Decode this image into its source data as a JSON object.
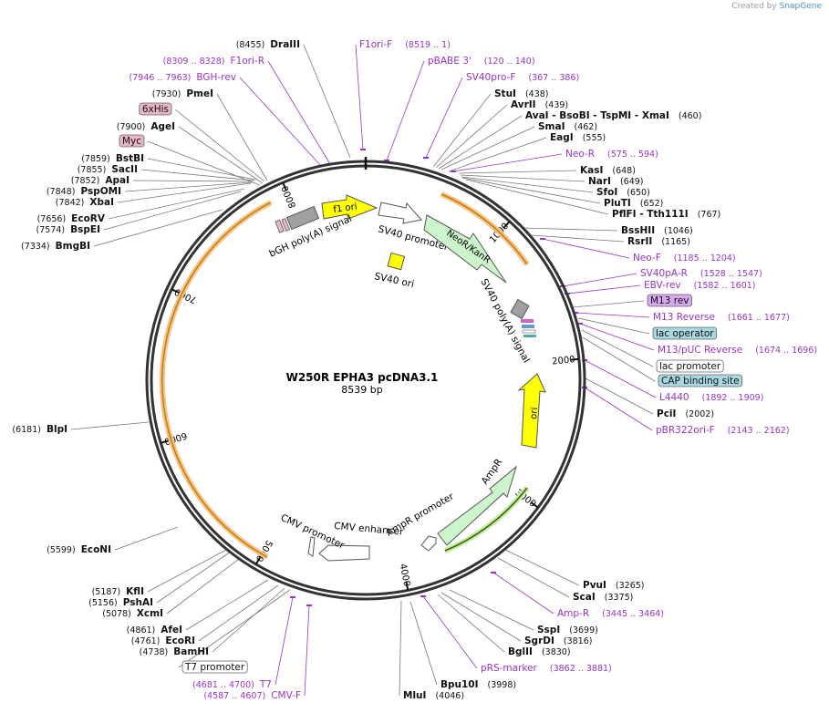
{
  "credit": {
    "prefix": "Created by",
    "brand": "SnapGene"
  },
  "plasmid": {
    "name": "W250R EPHA3 pcDNA3.1",
    "size_label": "8539 bp",
    "length": 8539
  },
  "ticks": [
    {
      "bp": 1000,
      "label": "1000"
    },
    {
      "bp": 2000,
      "label": "2000"
    },
    {
      "bp": 3000,
      "label": "3000"
    },
    {
      "bp": 4000,
      "label": "4000"
    },
    {
      "bp": 5000,
      "label": "5000"
    },
    {
      "bp": 6000,
      "label": "6000"
    },
    {
      "bp": 7000,
      "label": "7000"
    },
    {
      "bp": 8000,
      "label": "8000"
    }
  ],
  "colors": {
    "enzyme": "#111111",
    "primer": "#9933cc",
    "arrow_green": "#ccf5cc",
    "arrow_yellow": "#ffff00",
    "orange_arc": "#cc7a00",
    "green_arc": "#336600",
    "pink_box": "#e8b4c8",
    "teal_box": "#a8d8e0",
    "purple_box": "#d8a8f0"
  },
  "features": [
    {
      "name": "f1 ori",
      "type": "arrow",
      "color": "#ffff00"
    },
    {
      "name": "SV40 promoter",
      "type": "arrow",
      "color": "#ffffff"
    },
    {
      "name": "NeoR/KanR",
      "type": "arrow",
      "color": "#ccf5cc"
    },
    {
      "name": "SV40 ori",
      "type": "box",
      "color": "#ffff00"
    },
    {
      "name": "SV40 poly(A) signal",
      "type": "box",
      "color": "#a0a0a0"
    },
    {
      "name": "ori",
      "type": "arrow",
      "color": "#ffff00"
    },
    {
      "name": "AmpR",
      "type": "arrow",
      "color": "#ccf5cc"
    },
    {
      "name": "AmpR promoter",
      "type": "arrow",
      "color": "#ffffff"
    },
    {
      "name": "CMV enhancer",
      "type": "arrow",
      "color": "#ffffff"
    },
    {
      "name": "CMV promoter",
      "type": "arrow",
      "color": "#ffffff"
    },
    {
      "name": "bGH poly(A) signal",
      "type": "box",
      "color": "#a0a0a0"
    }
  ],
  "labels": [
    {
      "id": "DraIII",
      "pos": "(8455)",
      "name": "DraIII",
      "kind": "enzyme"
    },
    {
      "id": "F1oriF",
      "pos": "(8519 .. 1)",
      "name": "F1ori-F",
      "kind": "primer"
    },
    {
      "id": "pBABE3",
      "pos": "(120 .. 140)",
      "name": "pBABE 3'",
      "kind": "primer"
    },
    {
      "id": "F1oriR",
      "pos": "(8309 .. 8328)",
      "name": "F1ori-R",
      "kind": "primer"
    },
    {
      "id": "BGHrev",
      "pos": "(7946 .. 7963)",
      "name": "BGH-rev",
      "kind": "primer"
    },
    {
      "id": "SV40proF",
      "pos": "(367 .. 386)",
      "name": "SV40pro-F",
      "kind": "primer"
    },
    {
      "id": "PmeI",
      "pos": "(7930)",
      "name": "PmeI",
      "kind": "enzyme"
    },
    {
      "id": "StuI",
      "pos": "(438)",
      "name": "StuI",
      "kind": "enzyme"
    },
    {
      "id": "6xHis",
      "pos": "",
      "name": "6xHis",
      "kind": "pink"
    },
    {
      "id": "AvrII",
      "pos": "(439)",
      "name": "AvrII",
      "kind": "enzyme"
    },
    {
      "id": "AvaI",
      "pos": "(460)",
      "name": "AvaI  - BsoBI  - TspMI  - XmaI",
      "kind": "enzyme"
    },
    {
      "id": "AgeI",
      "pos": "(7900)",
      "name": "AgeI",
      "kind": "enzyme"
    },
    {
      "id": "SmaI",
      "pos": "(462)",
      "name": "SmaI",
      "kind": "enzyme"
    },
    {
      "id": "EagI",
      "pos": "(555)",
      "name": "EagI",
      "kind": "enzyme"
    },
    {
      "id": "Myc",
      "pos": "",
      "name": "Myc",
      "kind": "pink"
    },
    {
      "id": "NeoR",
      "pos": "(575 .. 594)",
      "name": "Neo-R",
      "kind": "primer"
    },
    {
      "id": "BstBI",
      "pos": "(7859)",
      "name": "BstBI",
      "kind": "enzyme"
    },
    {
      "id": "SacII",
      "pos": "(7855)",
      "name": "SacII",
      "kind": "enzyme"
    },
    {
      "id": "KasI",
      "pos": "(648)",
      "name": "KasI",
      "kind": "enzyme"
    },
    {
      "id": "ApaI",
      "pos": "(7852)",
      "name": "ApaI",
      "kind": "enzyme"
    },
    {
      "id": "NarI",
      "pos": "(649)",
      "name": "NarI",
      "kind": "enzyme"
    },
    {
      "id": "PspOMI",
      "pos": "(7848)",
      "name": "PspOMI",
      "kind": "enzyme"
    },
    {
      "id": "SfoI",
      "pos": "(650)",
      "name": "SfoI",
      "kind": "enzyme"
    },
    {
      "id": "XbaI",
      "pos": "(7842)",
      "name": "XbaI",
      "kind": "enzyme"
    },
    {
      "id": "PluTI",
      "pos": "(652)",
      "name": "PluTI",
      "kind": "enzyme"
    },
    {
      "id": "PflFI",
      "pos": "(767)",
      "name": "PflFI  - Tth111I",
      "kind": "enzyme"
    },
    {
      "id": "EcoRV",
      "pos": "(7656)",
      "name": "EcoRV",
      "kind": "enzyme"
    },
    {
      "id": "BspEI",
      "pos": "(7574)",
      "name": "BspEI",
      "kind": "enzyme"
    },
    {
      "id": "BssHII",
      "pos": "(1046)",
      "name": "BssHII",
      "kind": "enzyme"
    },
    {
      "id": "RsrII",
      "pos": "(1165)",
      "name": "RsrII",
      "kind": "enzyme"
    },
    {
      "id": "BmgBI",
      "pos": "(7334)",
      "name": "BmgBI",
      "kind": "enzyme"
    },
    {
      "id": "NeoF",
      "pos": "(1185 .. 1204)",
      "name": "Neo-F",
      "kind": "primer"
    },
    {
      "id": "SV40pAR",
      "pos": "(1528 .. 1547)",
      "name": "SV40pA-R",
      "kind": "primer"
    },
    {
      "id": "EBVrev",
      "pos": "(1582 .. 1601)",
      "name": "EBV-rev",
      "kind": "primer"
    },
    {
      "id": "M13rev",
      "pos": "",
      "name": "M13 rev",
      "kind": "purple"
    },
    {
      "id": "M13Reverse",
      "pos": "(1661 .. 1677)",
      "name": "M13 Reverse",
      "kind": "primer"
    },
    {
      "id": "lacop",
      "pos": "",
      "name": "lac operator",
      "kind": "teal"
    },
    {
      "id": "M13pUC",
      "pos": "(1674 .. 1696)",
      "name": "M13/pUC Reverse",
      "kind": "primer"
    },
    {
      "id": "lacprom",
      "pos": "",
      "name": "lac promoter",
      "kind": "white"
    },
    {
      "id": "CAP",
      "pos": "",
      "name": "CAP binding site",
      "kind": "teal"
    },
    {
      "id": "L4440",
      "pos": "(1892 .. 1909)",
      "name": "L4440",
      "kind": "primer"
    },
    {
      "id": "PciI",
      "pos": "(2002)",
      "name": "PciI",
      "kind": "enzyme"
    },
    {
      "id": "pBR322",
      "pos": "(2143 .. 2162)",
      "name": "pBR322ori-F",
      "kind": "primer"
    },
    {
      "id": "BlpI",
      "pos": "(6181)",
      "name": "BlpI",
      "kind": "enzyme"
    },
    {
      "id": "EcoNI",
      "pos": "(5599)",
      "name": "EcoNI",
      "kind": "enzyme"
    },
    {
      "id": "KflI",
      "pos": "(5187)",
      "name": "KflI",
      "kind": "enzyme"
    },
    {
      "id": "PshAI",
      "pos": "(5156)",
      "name": "PshAI",
      "kind": "enzyme"
    },
    {
      "id": "XcmI",
      "pos": "(5078)",
      "name": "XcmI",
      "kind": "enzyme"
    },
    {
      "id": "AfeI",
      "pos": "(4861)",
      "name": "AfeI",
      "kind": "enzyme"
    },
    {
      "id": "EcoRI",
      "pos": "(4761)",
      "name": "EcoRI",
      "kind": "enzyme"
    },
    {
      "id": "BamHI",
      "pos": "(4738)",
      "name": "BamHI",
      "kind": "enzyme"
    },
    {
      "id": "T7prom",
      "pos": "",
      "name": "T7 promoter",
      "kind": "white"
    },
    {
      "id": "T7",
      "pos": "(4681 .. 4700)",
      "name": "T7",
      "kind": "primer"
    },
    {
      "id": "CMVF",
      "pos": "(4587 .. 4607)",
      "name": "CMV-F",
      "kind": "primer"
    },
    {
      "id": "PvuI",
      "pos": "(3265)",
      "name": "PvuI",
      "kind": "enzyme"
    },
    {
      "id": "ScaI",
      "pos": "(3375)",
      "name": "ScaI",
      "kind": "enzyme"
    },
    {
      "id": "AmpRp",
      "pos": "(3445 .. 3464)",
      "name": "Amp-R",
      "kind": "primer"
    },
    {
      "id": "SspI",
      "pos": "(3699)",
      "name": "SspI",
      "kind": "enzyme"
    },
    {
      "id": "SgrDI",
      "pos": "(3816)",
      "name": "SgrDI",
      "kind": "enzyme"
    },
    {
      "id": "BglII",
      "pos": "(3830)",
      "name": "BglII",
      "kind": "enzyme"
    },
    {
      "id": "pRS",
      "pos": "(3862 .. 3881)",
      "name": "pRS-marker",
      "kind": "primer"
    },
    {
      "id": "Bpu10I",
      "pos": "(3998)",
      "name": "Bpu10I",
      "kind": "enzyme"
    },
    {
      "id": "MluI",
      "pos": "(4046)",
      "name": "MluI",
      "kind": "enzyme"
    }
  ]
}
